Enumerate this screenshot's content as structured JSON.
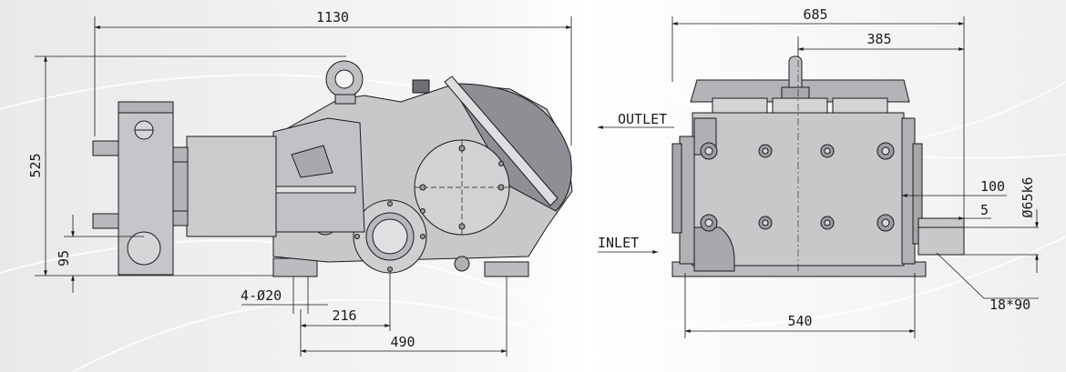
{
  "dimensions": {
    "overall_length": "1130",
    "height": "525",
    "base_height": "95",
    "bolt_holes": "4-Ø20",
    "bolt_spacing_216": "216",
    "bolt_spacing_490": "490",
    "overall_width": "685",
    "half_width": "385",
    "shaft_length": "100",
    "shaft_offset": "5",
    "shaft_diameter": "Ø65k6",
    "base_width": "540",
    "key_size": "18*90"
  },
  "labels": {
    "outlet": "OUTLET",
    "inlet": "INLET"
  },
  "colors": {
    "line": "#1a1a1a",
    "metal": "#c8c8cb",
    "metal_dark": "#9a9aa0",
    "metal_light": "#dedee1",
    "background": "#ffffff"
  }
}
